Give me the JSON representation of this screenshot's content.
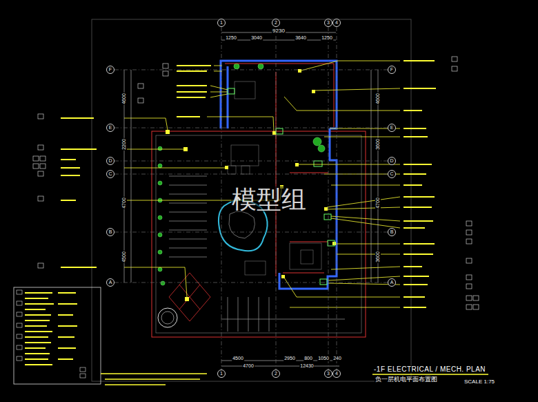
{
  "diagram": {
    "title": "-1F ELECTRICAL / MECH. PLAN",
    "caption": "负一层机电平面布置图",
    "nodes": [
      {
        "text": [
          "1"
        ]
      },
      {
        "text": [
          "2"
        ]
      },
      {
        "text": [
          "3"
        ]
      },
      {
        "text": [
          "4"
        ]
      },
      {
        "text": [
          "1"
        ]
      },
      {
        "text": [
          "2"
        ]
      },
      {
        "text": [
          "3"
        ]
      },
      {
        "text": [
          "4"
        ]
      },
      {
        "text": [
          "F"
        ]
      },
      {
        "text": [
          "E"
        ]
      },
      {
        "text": [
          "D"
        ]
      },
      {
        "text": [
          "C"
        ]
      },
      {
        "text": [
          "B"
        ]
      },
      {
        "text": [
          "A"
        ]
      },
      {
        "text": [
          "F"
        ]
      },
      {
        "text": [
          "E"
        ]
      },
      {
        "text": [
          "D"
        ]
      },
      {
        "text": [
          "C"
        ]
      },
      {
        "text": [
          "B"
        ]
      },
      {
        "text": [
          "A"
        ]
      }
    ],
    "edges": [
      {
        "from": 0,
        "to": 4,
        "arrow": "none"
      },
      {
        "from": 1,
        "to": 5,
        "arrow": "none"
      },
      {
        "from": 2,
        "to": 6,
        "arrow": "none"
      },
      {
        "from": 3,
        "to": 7,
        "arrow": "none"
      },
      {
        "from": 8,
        "to": 14,
        "arrow": "none"
      },
      {
        "from": 9,
        "to": 15,
        "arrow": "none"
      },
      {
        "from": 10,
        "to": 16,
        "arrow": "none"
      },
      {
        "from": 11,
        "to": 17,
        "arrow": "none"
      },
      {
        "from": 12,
        "to": 18,
        "arrow": "none"
      },
      {
        "from": 13,
        "to": 19,
        "arrow": "none"
      }
    ],
    "labels": [
      "模型组",
      "SCALE 1:75",
      "9230",
      "1250",
      "3040",
      "3640",
      "1250",
      "4500",
      "2950",
      "800",
      "1050",
      "240",
      "4700",
      "12430",
      "4600",
      "2200",
      "4700",
      "4500",
      "4600",
      "3600",
      "4700",
      "3600"
    ]
  }
}
